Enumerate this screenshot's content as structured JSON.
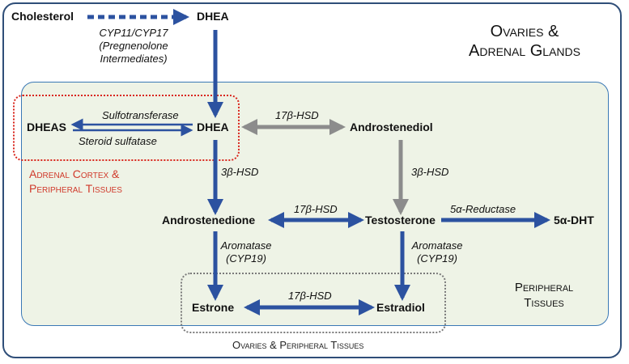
{
  "colors": {
    "main_arrow": "#2c52a0",
    "alt_arrow": "#8c8c8c",
    "frame": "#2f4e78",
    "peripheral_border": "#3a78b5",
    "peripheral_fill": "#eef3e6",
    "adrenal_box": "#d9251c",
    "adrenal_label": "#d03a2b",
    "ovaries_box": "#7a7a7a"
  },
  "regions": {
    "ovaries_adrenal": {
      "line1": "Ovaries &",
      "line2": "Adrenal Glands"
    },
    "peripheral": {
      "line1": "Peripheral",
      "line2": "Tissues"
    },
    "adrenal_cortex": {
      "line1": "Adrenal Cortex &",
      "line2": "Peripheral Tissues"
    },
    "ovaries_peripheral": {
      "label": "Ovaries & Peripheral Tissues"
    }
  },
  "nodes": {
    "cholesterol": "Cholesterol",
    "dhea_top": "DHEA",
    "dheas": "DHEAS",
    "dhea": "DHEA",
    "androstenediol": "Androstenediol",
    "androstenedione": "Androstenedione",
    "testosterone": "Testosterone",
    "dht": "5α-DHT",
    "estrone": "Estrone",
    "estradiol": "Estradiol"
  },
  "enzymes": {
    "cyp_line1": "CYP11/CYP17",
    "cyp_line2": "(Pregnenolone",
    "cyp_line3": "Intermediates)",
    "sulfotransferase": "Sulfotransferase",
    "steroid_sulfatase": "Steroid sulfatase",
    "hsd17_dhea_androstenediol": "17β-HSD",
    "hsd3_left": "3β-HSD",
    "hsd3_right": "3β-HSD",
    "hsd17_middle": "17β-HSD",
    "reductase": "5α-Reductase",
    "aromatase_left_1": "Aromatase",
    "aromatase_left_2": "(CYP19)",
    "aromatase_right_1": "Aromatase",
    "aromatase_right_2": "(CYP19)",
    "hsd17_bottom": "17β-HSD"
  }
}
